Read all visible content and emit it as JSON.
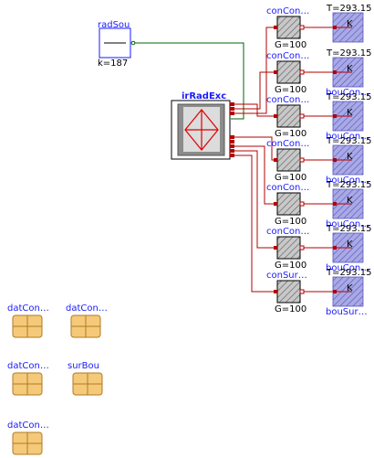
{
  "source": {
    "name": "radSou",
    "param": "k=187"
  },
  "exchanger": {
    "name": "irRadExc"
  },
  "rows": [
    {
      "conductor": "conCon…",
      "conductance": "G=100",
      "boundary_top": "T=293.15",
      "boundary_bottom": "",
      "symbol": "K"
    },
    {
      "conductor": "conCon…",
      "conductance": "G=100",
      "boundary_top": "T=293.15",
      "boundary_bottom": "bouCon…",
      "symbol": "K"
    },
    {
      "conductor": "conCon…",
      "conductance": "G=100",
      "boundary_top": "T=293.15",
      "boundary_bottom": "bouCon…",
      "symbol": "K"
    },
    {
      "conductor": "conCon…",
      "conductance": "G=100",
      "boundary_top": "T=293.15",
      "boundary_bottom": "bouCon…",
      "symbol": "K"
    },
    {
      "conductor": "conCon…",
      "conductance": "G=100",
      "boundary_top": "T=293.15",
      "boundary_bottom": "bouCon…",
      "symbol": "K"
    },
    {
      "conductor": "conCon…",
      "conductance": "G=100",
      "boundary_top": "T=293.15",
      "boundary_bottom": "bouCon…",
      "symbol": "K"
    },
    {
      "conductor": "conSur…",
      "conductance": "G=100",
      "boundary_top": "T=293.15",
      "boundary_bottom": "bouSur…",
      "symbol": "K"
    }
  ],
  "records": [
    {
      "name": "datCon…"
    },
    {
      "name": "datCon…"
    },
    {
      "name": "datCon…"
    },
    {
      "name": "surBou"
    },
    {
      "name": "datCon…"
    }
  ],
  "colors": {
    "heat_port": "#b30000",
    "real_signal": "#006400",
    "label": "#1a1aff",
    "boundary_fill": "#9999dd",
    "record_fill": "#f5c97a"
  }
}
